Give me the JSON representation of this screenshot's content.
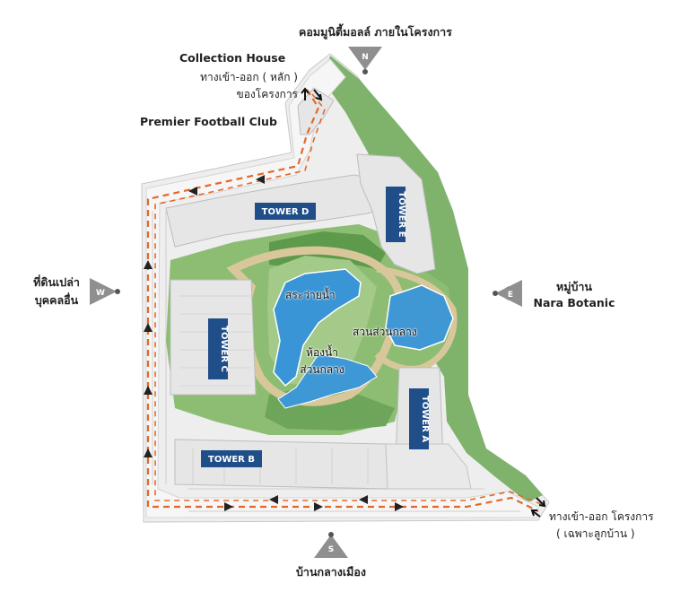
{
  "colors": {
    "grass": "#8fbe73",
    "grass_dark": "#5f9a4e",
    "path": "#d7c49a",
    "water": "#3f97d3",
    "building": "#e9e9e9",
    "road": "#f4f4f4",
    "route": "#e46a2a",
    "tower": "#1f4e89",
    "compass": "#8f8f8f"
  },
  "compass": {
    "north": "N",
    "south": "S",
    "east": "E",
    "west": "W"
  },
  "labels": {
    "north_top": "คอมมูนิตี้มอลล์ ภายในโครงการ",
    "collection_house": "Collection House",
    "main_entrance_line1": "ทางเข้า-ออก ( หลัก )",
    "main_entrance_line2": "ของโครงการ",
    "premier_football": "Premier Football Club",
    "west_line1": "ที่ดินเปล่า",
    "west_line2": "บุคคลอื่น",
    "east_line1": "หมู่บ้าน",
    "east_line2": "Nara Botanic",
    "south": "บ้านกลางเมือง",
    "resident_entrance_line1": "ทางเข้า-ออก โครงการ",
    "resident_entrance_line2": "( เฉพาะลูกบ้าน )"
  },
  "towers": {
    "a": "TOWER A",
    "b": "TOWER B",
    "c": "TOWER C",
    "d": "TOWER D",
    "e": "TOWER E"
  },
  "amenities": {
    "pool": "สระว่ายน้ำ",
    "park": "สวนส่วนกลาง",
    "restroom_line1": "ห้องน้ำ",
    "restroom_line2": "ส่วนกลาง"
  }
}
